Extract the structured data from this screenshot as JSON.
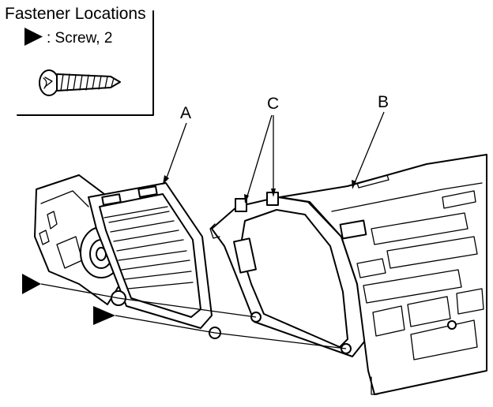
{
  "legend": {
    "title": "Fastener Locations",
    "symbol_icon": "solid-triangle-arrow-icon",
    "screw_text": ": Screw, 2"
  },
  "callouts": {
    "a": "A",
    "b": "B",
    "c": "C"
  }
}
